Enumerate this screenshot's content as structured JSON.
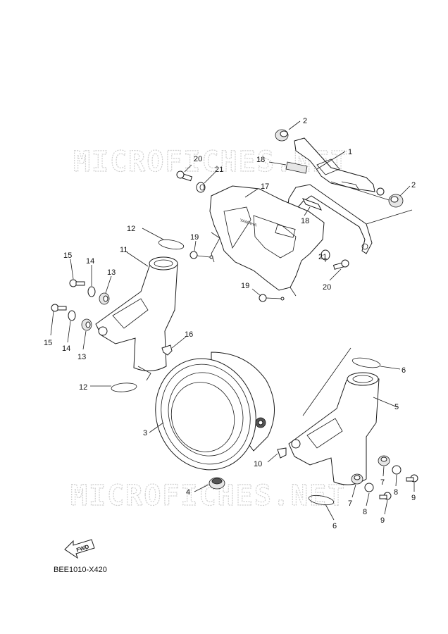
{
  "watermarks": [
    "MICROFICHES.NET",
    "MICROFICHES.NET"
  ],
  "diagram_code": "BEE1010-X420",
  "fwd_label": "FWD",
  "callouts": {
    "c1": "1",
    "c2a": "2",
    "c2b": "2",
    "c3": "3",
    "c4": "4",
    "c5": "5",
    "c6a": "6",
    "c6b": "6",
    "c7a": "7",
    "c7b": "7",
    "c8a": "8",
    "c8b": "8",
    "c9a": "9",
    "c9b": "9",
    "c10": "10",
    "c11": "11",
    "c12a": "12",
    "c12b": "12",
    "c13a": "13",
    "c13b": "13",
    "c14a": "14",
    "c14b": "14",
    "c15a": "15",
    "c15b": "15",
    "c16": "16",
    "c17": "17",
    "c18a": "18",
    "c18b": "18",
    "c19a": "19",
    "c19b": "19",
    "c20a": "20",
    "c20b": "20",
    "c21a": "21",
    "c21b": "21"
  }
}
